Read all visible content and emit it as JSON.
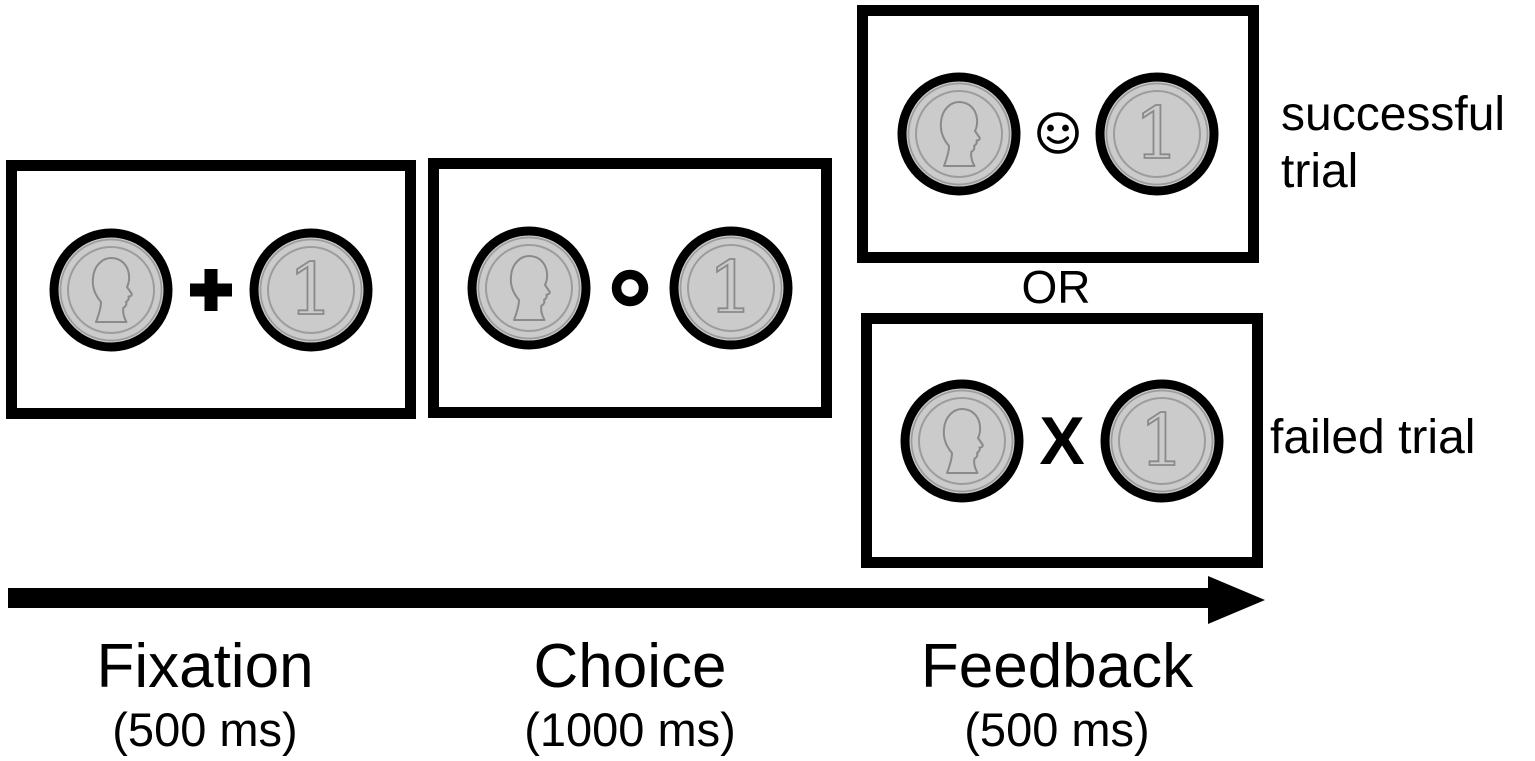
{
  "figure_type": "trial-sequence-diagram",
  "colors": {
    "background": "#ffffff",
    "outline_black": "#000000",
    "coin_fill": "#cbcbcb",
    "coin_detail_gray": "#8a8a8a"
  },
  "coin": {
    "value": "1"
  },
  "icons": {
    "left_coin": "portrait-head-coin",
    "right_coin": "numeral-one-coin",
    "fixation_symbol": "plus-icon",
    "choice_symbol": "open-circle-icon",
    "success_symbol": "smiley-face-icon",
    "fail_symbol": "x-mark"
  },
  "feedback": {
    "or_label": "OR",
    "success_label": "successful trial",
    "fail_label": "failed trial",
    "fail_mark": "X"
  },
  "stages": {
    "fixation": {
      "label": "Fixation",
      "duration": "(500 ms)"
    },
    "choice": {
      "label": "Choice",
      "duration": "(1000 ms)"
    },
    "feedback": {
      "label": "Feedback",
      "duration": "(500 ms)"
    }
  }
}
